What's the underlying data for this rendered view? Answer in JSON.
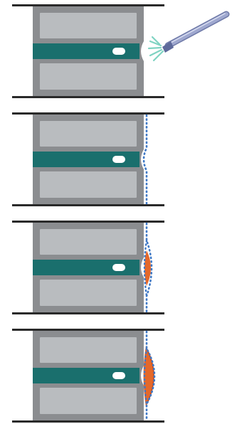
{
  "diagram": {
    "panels": [
      {
        "stage": "nozzle-spraying",
        "has_spray_tool": true,
        "has_dotted_edge": false,
        "orange_fill": "none"
      },
      {
        "stage": "dotted-profile",
        "has_spray_tool": false,
        "has_dotted_edge": true,
        "orange_fill": "none"
      },
      {
        "stage": "partial-fill",
        "has_spray_tool": false,
        "has_dotted_edge": true,
        "orange_fill": "partial"
      },
      {
        "stage": "full-fill",
        "has_spray_tool": false,
        "has_dotted_edge": true,
        "orange_fill": "full"
      }
    ],
    "icons": [
      "spray-nozzle-icon",
      "spray-jet-icon",
      "dotted-membrane-icon"
    ],
    "colors": {
      "outer_block": "#8b8d90",
      "inner_block": "#b9bcbf",
      "joint_band": "#1a6f6d",
      "slab_line": "#2a2a2a",
      "dotted_edge": "#3f79c6",
      "fill": "#e4682a",
      "fill_dark": "#c0471a",
      "tool_body": "#9fa8cf",
      "spray": "#7fd3c2",
      "hole": "#ffffff"
    }
  }
}
